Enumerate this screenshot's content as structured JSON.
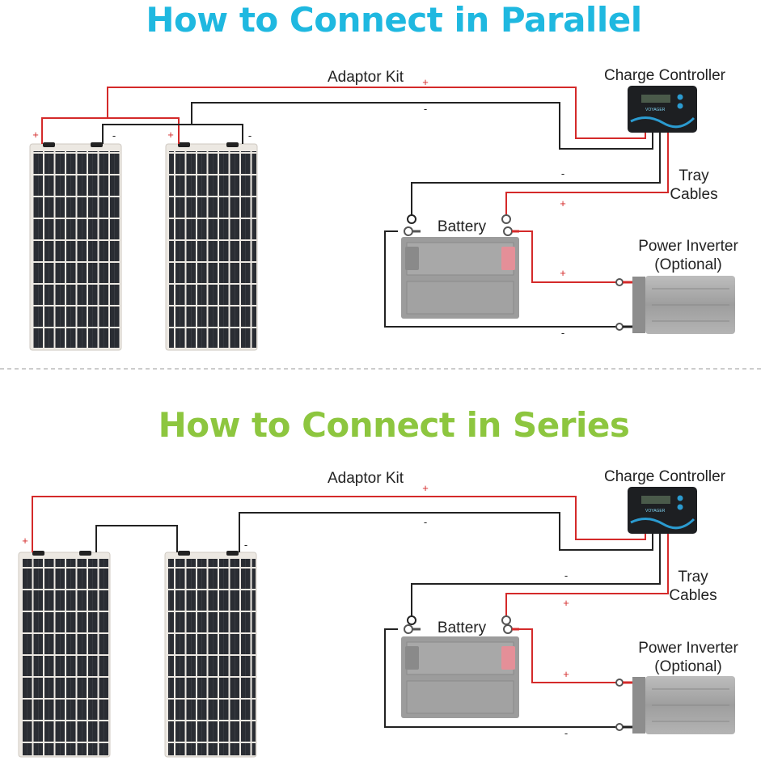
{
  "colors": {
    "parallel_title": "#1FB8E0",
    "series_title": "#8DC63F",
    "positive_wire": "#D42A2A",
    "negative_wire": "#222222",
    "divider": "#9A9A9A",
    "panel_cell": "#2A2D33",
    "panel_frame": "#ECE8E2",
    "battery": "#9C9C9C",
    "inverter": "#A6A6A6"
  },
  "parallel": {
    "title": "How to Connect in Parallel",
    "labels": {
      "adaptor_kit": "Adaptor Kit",
      "charge_controller": "Charge Controller",
      "tray_line1": "Tray",
      "tray_line2": "Cables",
      "battery": "Battery",
      "inverter_line1": "Power Inverter",
      "inverter_line2": "(Optional)"
    }
  },
  "series": {
    "title": "How to Connect in Series",
    "labels": {
      "adaptor_kit": "Adaptor Kit",
      "charge_controller": "Charge Controller",
      "tray_line1": "Tray",
      "tray_line2": "Cables",
      "battery": "Battery",
      "inverter_line1": "Power Inverter",
      "inverter_line2": "(Optional)"
    }
  },
  "symbols": {
    "plus": "+",
    "minus": "-"
  },
  "controller_screen_text": "VOYAGER"
}
